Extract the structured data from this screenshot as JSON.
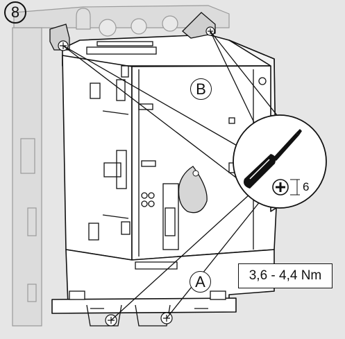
{
  "step_number": "8",
  "callout_b": "B",
  "callout_a": "A",
  "torque_label": "3,6 - 4,4 Nm",
  "screw_head_dimension": "6",
  "icons": [
    "screwdriver-icon",
    "phillips-screw-icon"
  ],
  "colors": {
    "background": "#e6e6e6",
    "line": "#111111",
    "fill": "#ffffff"
  }
}
